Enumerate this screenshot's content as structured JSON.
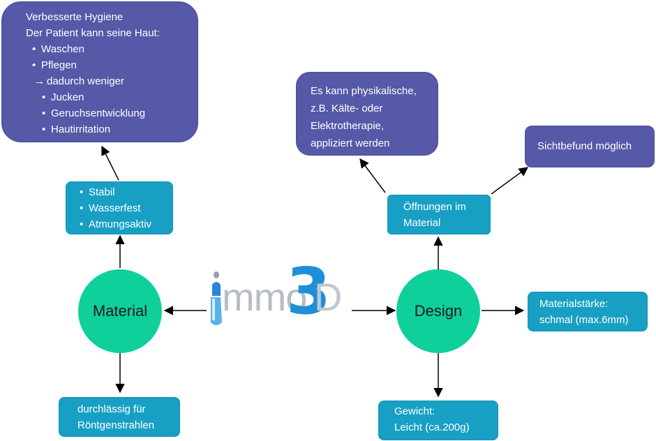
{
  "hygiene": {
    "title": "Verbesserte Hygiene",
    "subtitle": "Der Patient kann seine Haut:",
    "items": [
      "Waschen",
      "Pflegen"
    ],
    "arrow_item": "dadurch weniger",
    "sub_items": [
      "Jucken",
      "Geruchsentwicklung",
      "Hautirritation"
    ]
  },
  "material_props": [
    "Stabil",
    "Wasserfest",
    "Atmungsaktiv"
  ],
  "material_node": "Material",
  "xray": {
    "line1": "durchlässig für",
    "line2": "Röntgenstrahlen"
  },
  "logo": {
    "left": "mmo",
    "digit": "3",
    "right": "D"
  },
  "design_node": "Design",
  "physio": [
    "Es kann physikalische,",
    "z.B. Kälte- oder",
    "Elektrotherapie,",
    "appliziert werden"
  ],
  "sichtbefund": "Sichtbefund möglich",
  "openings": {
    "line1": "Öffnungen im",
    "line2": "Material"
  },
  "thickness": {
    "line1": "Materialstärke:",
    "line2": "schmal (max.6mm)"
  },
  "weight": {
    "line1": "Gewicht:",
    "line2": "Leicht (ca.200g)"
  },
  "colors": {
    "purple": "#5658a8",
    "teal": "#18a0c4",
    "circle": "#0fcf9a",
    "logo_blue": "#1e8fd8",
    "logo_grey": "#b8bcc4"
  }
}
